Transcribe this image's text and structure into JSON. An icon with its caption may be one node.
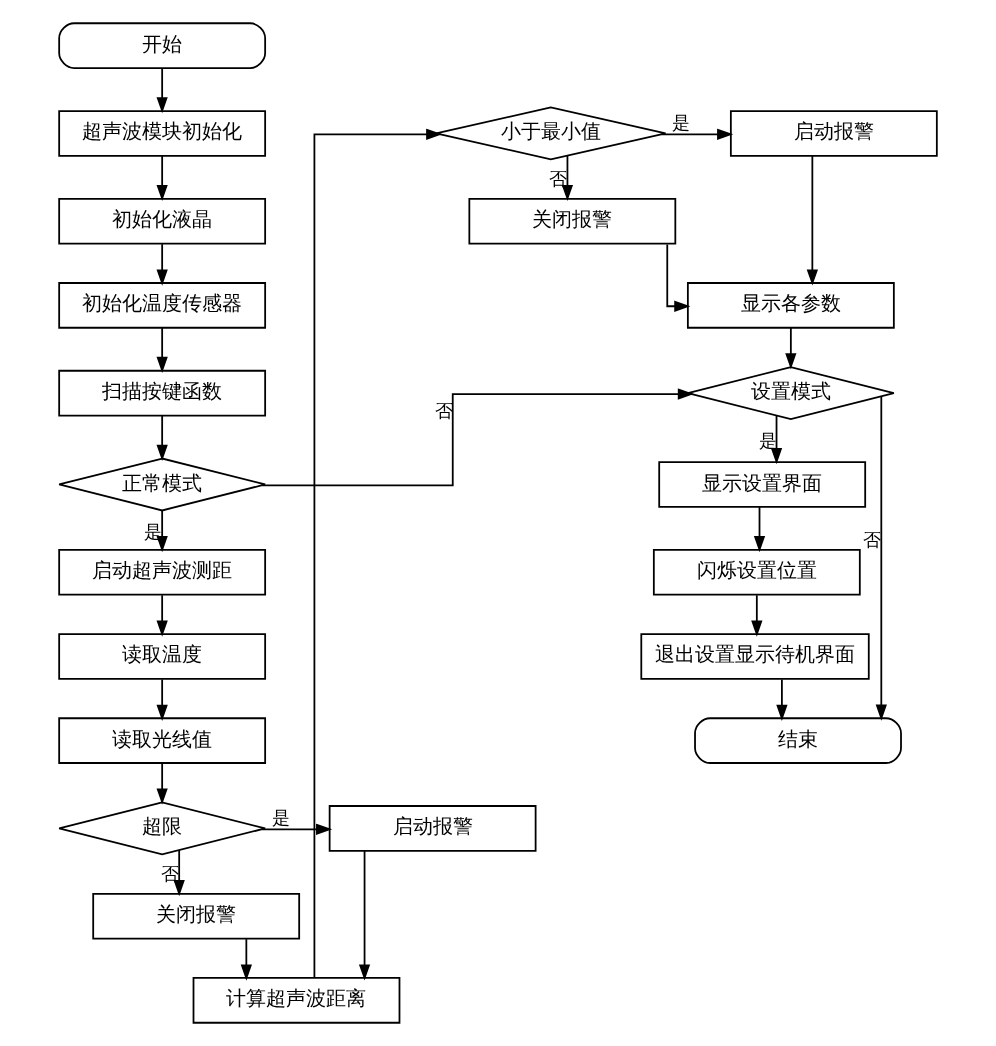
{
  "diagram": {
    "nodes": [
      {
        "text": [
          "开始"
        ]
      },
      {
        "text": [
          "超声波模块初始化"
        ]
      },
      {
        "text": [
          "初始化液晶"
        ]
      },
      {
        "text": [
          "初始化温度传感器"
        ]
      },
      {
        "text": [
          "扫描按键函数"
        ]
      },
      {
        "text": [
          "正常模式"
        ]
      },
      {
        "text": [
          "启动超声波测距"
        ]
      },
      {
        "text": [
          "读取温度"
        ]
      },
      {
        "text": [
          "读取光线值"
        ]
      },
      {
        "text": [
          "超限"
        ]
      },
      {
        "text": [
          "启动报警"
        ]
      },
      {
        "text": [
          "关闭报警"
        ]
      },
      {
        "text": [
          "计算超声波距离"
        ]
      },
      {
        "text": [
          "小于最小值"
        ]
      },
      {
        "text": [
          "启动报警"
        ]
      },
      {
        "text": [
          "关闭报警"
        ]
      },
      {
        "text": [
          "显示各参数"
        ]
      },
      {
        "text": [
          "设置模式"
        ]
      },
      {
        "text": [
          "显示设置界面"
        ]
      },
      {
        "text": [
          "闪烁设置位置"
        ]
      },
      {
        "text": [
          "退出设置显示待机界面"
        ]
      },
      {
        "text": [
          "结束"
        ]
      }
    ],
    "edges": [
      {
        "from": 0,
        "to": 1,
        "arrow": "to"
      },
      {
        "from": 1,
        "to": 2,
        "arrow": "to"
      },
      {
        "from": 2,
        "to": 3,
        "arrow": "to"
      },
      {
        "from": 3,
        "to": 4,
        "arrow": "to"
      },
      {
        "from": 4,
        "to": 5,
        "arrow": "to"
      },
      {
        "from": 5,
        "to": 6,
        "arrow": "to",
        "label": "是"
      },
      {
        "from": 5,
        "to": 17,
        "arrow": "to",
        "label": "否"
      },
      {
        "from": 6,
        "to": 7,
        "arrow": "to"
      },
      {
        "from": 7,
        "to": 8,
        "arrow": "to"
      },
      {
        "from": 8,
        "to": 9,
        "arrow": "to"
      },
      {
        "from": 9,
        "to": 10,
        "arrow": "to",
        "label": "是"
      },
      {
        "from": 9,
        "to": 11,
        "arrow": "to",
        "label": "否"
      },
      {
        "from": 10,
        "to": 12,
        "arrow": "to"
      },
      {
        "from": 11,
        "to": 12,
        "arrow": "to"
      },
      {
        "from": 12,
        "to": 13,
        "arrow": "to"
      },
      {
        "from": 13,
        "to": 14,
        "arrow": "to",
        "label": "是"
      },
      {
        "from": 13,
        "to": 15,
        "arrow": "to",
        "label": "否"
      },
      {
        "from": 14,
        "to": 16,
        "arrow": "to"
      },
      {
        "from": 15,
        "to": 16,
        "arrow": "to"
      },
      {
        "from": 16,
        "to": 17,
        "arrow": "to"
      },
      {
        "from": 17,
        "to": 18,
        "arrow": "to",
        "label": "是"
      },
      {
        "from": 17,
        "to": 21,
        "arrow": "to",
        "label": "否"
      },
      {
        "from": 18,
        "to": 19,
        "arrow": "to"
      },
      {
        "from": 19,
        "to": 20,
        "arrow": "to"
      },
      {
        "from": 20,
        "to": 21,
        "arrow": "to"
      }
    ]
  }
}
